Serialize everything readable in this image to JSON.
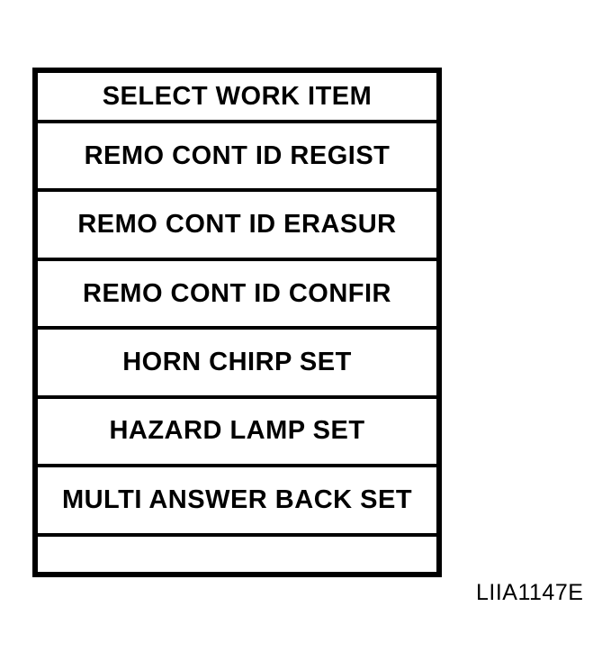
{
  "screen": {
    "title": "SELECT WORK ITEM",
    "rows": [
      {
        "label": "SELECT WORK ITEM"
      },
      {
        "label": "REMO CONT ID REGIST"
      },
      {
        "label": "REMO CONT ID ERASUR"
      },
      {
        "label": "REMO CONT ID CONFIR"
      },
      {
        "label": "HORN CHIRP SET"
      },
      {
        "label": "HAZARD LAMP SET"
      },
      {
        "label": "MULTI ANSWER BACK SET"
      },
      {
        "label": ""
      }
    ]
  },
  "figure": {
    "code": "LIIA1147E"
  },
  "colors": {
    "border": "#000000",
    "text": "#000000",
    "background": "#ffffff"
  }
}
